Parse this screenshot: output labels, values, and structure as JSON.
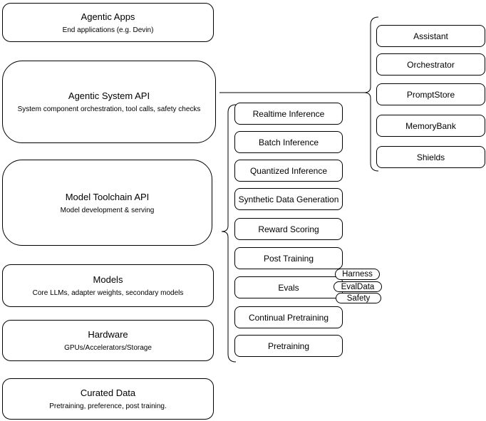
{
  "diagram": {
    "left_stack": [
      {
        "title": "Agentic Apps",
        "subtitle": "End applications (e.g. Devin)"
      },
      {
        "title": "Agentic System API",
        "subtitle": "System component orchestration, tool calls, safety checks"
      },
      {
        "title": "Model Toolchain API",
        "subtitle": "Model development & serving"
      },
      {
        "title": "Models",
        "subtitle": "Core LLMs, adapter weights, secondary models"
      },
      {
        "title": "Hardware",
        "subtitle": "GPUs/Accelerators/Storage"
      },
      {
        "title": "Curated Data",
        "subtitle": "Pretraining, preference, post training."
      }
    ],
    "toolchain_services": [
      "Realtime Inference",
      "Batch Inference",
      "Quantized Inference",
      "Synthetic Data Generation",
      "Reward Scoring",
      "Post Training",
      "Evals",
      "Continual Pretraining",
      "Pretraining"
    ],
    "eval_tags": [
      "Harness",
      "EvalData",
      "Safety"
    ],
    "system_components": [
      "Assistant",
      "Orchestrator",
      "PromptStore",
      "MemoryBank",
      "Shields"
    ],
    "colors": {
      "stroke": "#000000",
      "fill": "#ffffff",
      "background": "#ffffff"
    }
  }
}
